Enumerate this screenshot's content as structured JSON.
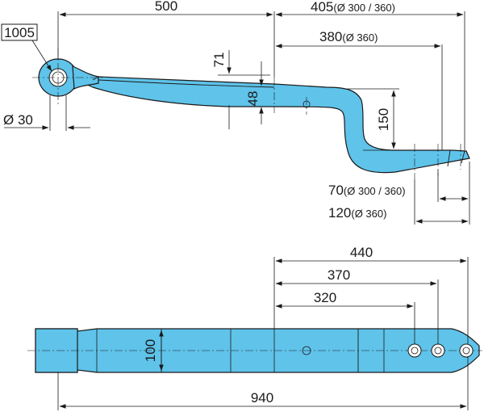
{
  "side_view": {
    "part_number": "1005",
    "eye_diameter": "Ø 30",
    "len_500": "500",
    "len_405": "405",
    "len_405_note": "(Ø 300 / 360)",
    "len_380": "380",
    "len_380_note": "(Ø 360)",
    "drop_71": "71",
    "thickness_48": "48",
    "rise_150": "150",
    "len_70": "70",
    "len_70_note": "(Ø 300 / 360)",
    "len_120": "120",
    "len_120_note": "(Ø 360)"
  },
  "top_view": {
    "len_440": "440",
    "len_370": "370",
    "len_320": "320",
    "width_100": "100",
    "overall_940": "940"
  },
  "colors": {
    "part_fill": "#5fc3ea",
    "line": "#1a1a1a",
    "background": "#ffffff"
  }
}
